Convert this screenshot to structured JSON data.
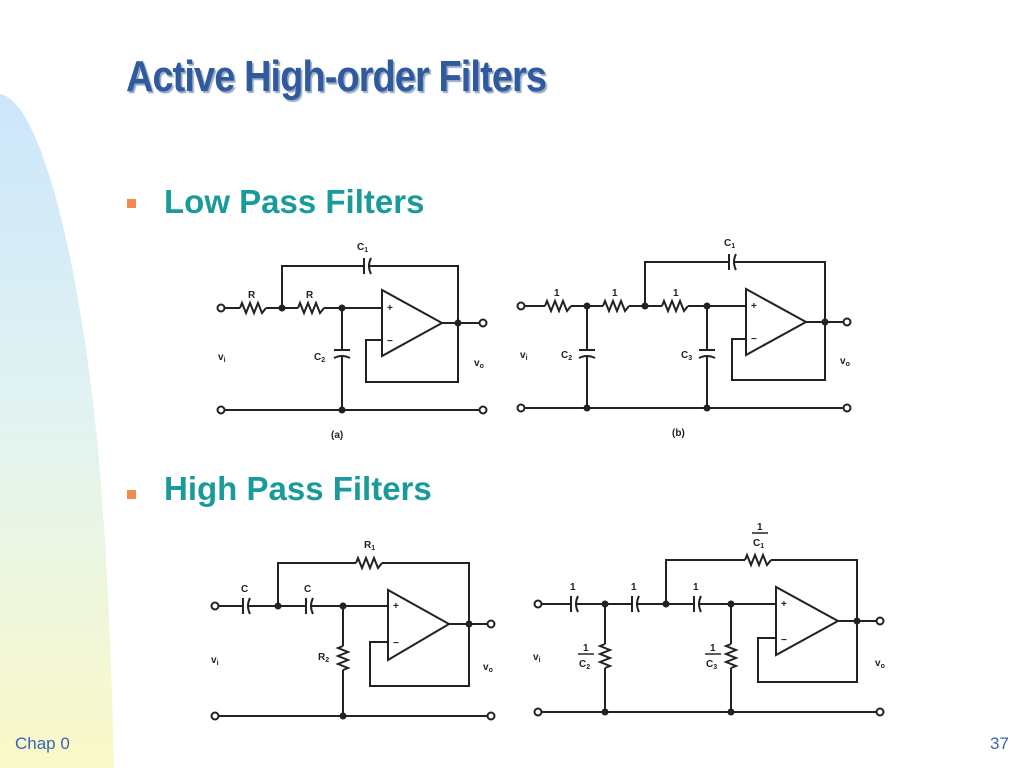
{
  "slide": {
    "title": "Active High-order Filters",
    "footer_left": "Chap 0",
    "page_number": "37"
  },
  "bullets": [
    {
      "text": "Low Pass Filters"
    },
    {
      "text": "High Pass Filters"
    }
  ],
  "circuits": {
    "lp_a": {
      "caption": "(a)",
      "r1": "R",
      "r2": "R",
      "c1": "C",
      "c1_sub": "1",
      "c2": "C",
      "c2_sub": "2",
      "vin": "v",
      "vin_sub": "i",
      "vout": "v",
      "vout_sub": "o",
      "plus": "+",
      "minus": "−"
    },
    "lp_b": {
      "caption": "(b)",
      "r1": "1",
      "r2": "1",
      "r3": "1",
      "c1": "C",
      "c1_sub": "1",
      "c2": "C",
      "c2_sub": "2",
      "c3": "C",
      "c3_sub": "3",
      "vin": "v",
      "vin_sub": "i",
      "vout": "v",
      "vout_sub": "o",
      "plus": "+",
      "minus": "−"
    },
    "hp_a": {
      "c_a": "C",
      "c_b": "C",
      "r1": "R",
      "r1_sub": "1",
      "r2": "R",
      "r2_sub": "2",
      "vin": "v",
      "vin_sub": "i",
      "vout": "v",
      "vout_sub": "o",
      "plus": "+",
      "minus": "−"
    },
    "hp_b": {
      "c_a": "1",
      "c_b": "1",
      "c_c": "1",
      "fb_num": "1",
      "fb_den": "C",
      "fb_den_sub": "1",
      "s2_num": "1",
      "s2_den": "C",
      "s2_den_sub": "2",
      "s3_num": "1",
      "s3_den": "C",
      "s3_den_sub": "3",
      "vin": "v",
      "vin_sub": "i",
      "vout": "v",
      "vout_sub": "o",
      "plus": "+",
      "minus": "−"
    }
  },
  "colors": {
    "title": "#2f5a9e",
    "bullet_text": "#1a9a9a",
    "bullet_marker": "#f08a50",
    "footer": "#3a64b4"
  }
}
